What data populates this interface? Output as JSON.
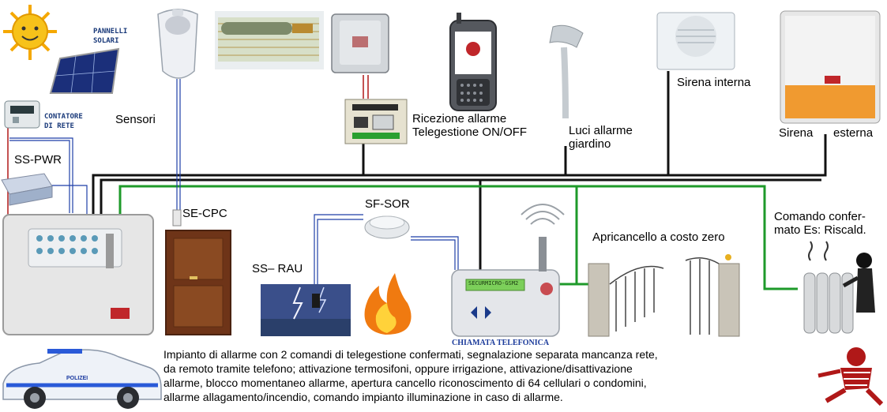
{
  "labels": {
    "pannelli_solari": "PANNELLI\nSOLARI",
    "contatore_line1": "CONTATORE",
    "contatore_line2": "DI RETE",
    "sensori": "Sensori",
    "ss_pwr": "SS-PWR",
    "se_cpc": "SE-CPC",
    "sf_sor": "SF-SOR",
    "ss_rau": "SS– RAU",
    "ricezione_line1": "Ricezione allarme",
    "ricezione_line2": "Telegestione ON/OFF",
    "luci_line1": "Luci allarme",
    "luci_line2": "giardino",
    "sirena_interna": "Sirena interna",
    "sirena_esterna_1": "Sirena",
    "sirena_esterna_2": "esterna",
    "apricancello": "Apricancello a costo zero",
    "comando_line1": "Comando confer-",
    "comando_line2": "mato Es: Riscald.",
    "chiamata": "CHIAMATA TELEFONICA",
    "device_display": "SECURMICRO-GSM2",
    "car_text": "POLIZEI"
  },
  "caption": {
    "lines": [
      "Impianto di allarme con 2 comandi di telegestione confermati, segnalazione separata mancanza rete,",
      "da remoto tramite telefono; attivazione termosifoni, oppure irrigazione, attivazione/disattivazione",
      "allarme, blocco momentaneo allarme, apertura cancello riconoscimento di 64 cellulari o condomini,",
      "allarme allagamento/incendio, comando impianto illuminazione in caso di allarme."
    ]
  },
  "colors": {
    "bus_black": "#111111",
    "bus_green": "#1e9a2a",
    "wire_blue": "#1f3fa8",
    "wire_red": "#b01818",
    "sun": "#f7c21a",
    "door": "#7a3a1c",
    "flame": "#f07a10"
  },
  "icons": [
    "sun-icon",
    "solar-panel-icon",
    "meter-icon",
    "pir-sensor-icon",
    "roller-shutter-icon",
    "keypad-box-icon",
    "relay-board-icon",
    "smartphone-icon",
    "street-light-icon",
    "indoor-siren-icon",
    "outdoor-siren-icon",
    "power-module-icon",
    "control-panel-icon",
    "door-contact-icon",
    "door-icon",
    "smoke-detector-icon",
    "lightning-sensor-icon",
    "flame-icon",
    "gsm-dialer-icon",
    "antenna-icon",
    "gate-icon",
    "radiator-icon",
    "police-car-icon",
    "thief-logo-icon"
  ]
}
